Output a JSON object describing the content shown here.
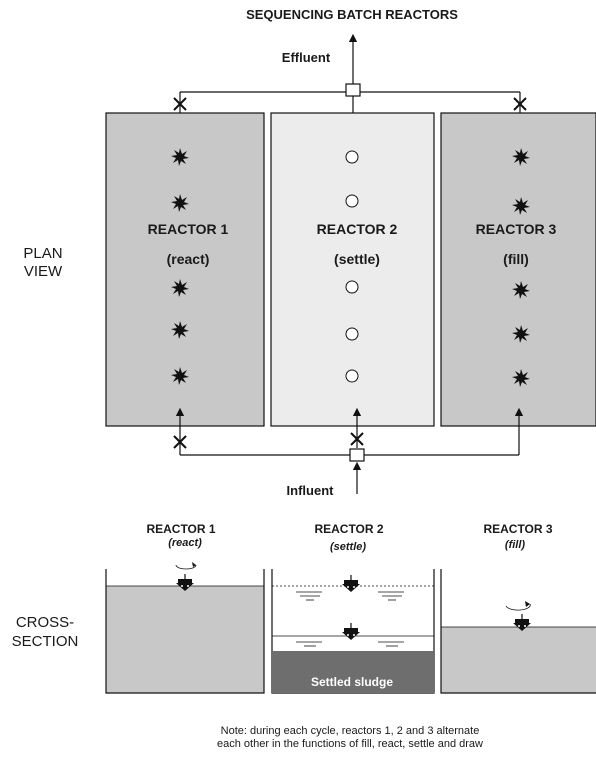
{
  "title": "SEQUENCING BATCH REACTORS",
  "effluent_label": "Effluent",
  "influent_label": "Influent",
  "plan_view_label": [
    "PLAN",
    "VIEW"
  ],
  "cross_section_label": [
    "CROSS-",
    "SECTION"
  ],
  "plan_reactors": [
    {
      "name": "REACTOR 1",
      "phase": "(react)",
      "fill": "#c8c8c8",
      "marker": "aerator-icon"
    },
    {
      "name": "REACTOR 2",
      "phase": "(settle)",
      "fill": "#ececec",
      "marker": "diffuser-circle-icon"
    },
    {
      "name": "REACTOR 3",
      "phase": "(fill)",
      "fill": "#c8c8c8",
      "marker": "aerator-icon"
    }
  ],
  "section_reactors": [
    {
      "name": "REACTOR 1",
      "phase": "(react)"
    },
    {
      "name": "REACTOR 2",
      "phase": "(settle)"
    },
    {
      "name": "REACTOR 3",
      "phase": "(fill)"
    }
  ],
  "sludge_label": "Settled sludge",
  "note": [
    "Note: during each cycle, reactors 1, 2 and 3 alternate",
    "each other in the functions of fill, react, settle and draw"
  ],
  "colors": {
    "reactor_active": "#c8c8c8",
    "reactor_settle": "#ececec",
    "water": "#c8c8c8",
    "sludge": "#6e6e6e",
    "line": "#111111"
  }
}
